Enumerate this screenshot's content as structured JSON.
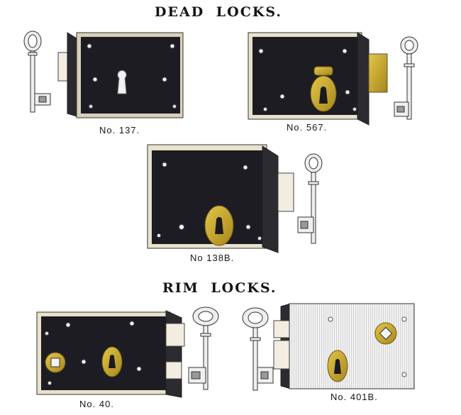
{
  "headings": {
    "dead_locks": "DEAD  LOCKS.",
    "rim_locks": "RIM  LOCKS."
  },
  "items": [
    {
      "caption": "No. 137."
    },
    {
      "caption": "No. 567."
    },
    {
      "caption": "No  138B."
    },
    {
      "caption": "No. 40."
    },
    {
      "caption": "No. 401B."
    }
  ],
  "colors": {
    "lock_body": "#1c1c22",
    "brass": "#c9a72a",
    "steel": "#e6e6e6",
    "frame_edge": "#d8d0b8"
  },
  "icon_names": [
    "key-icon",
    "lock-body-icon",
    "keyhole-icon",
    "screw-icon",
    "bolt-icon",
    "brass-keyhole-plate-icon"
  ]
}
